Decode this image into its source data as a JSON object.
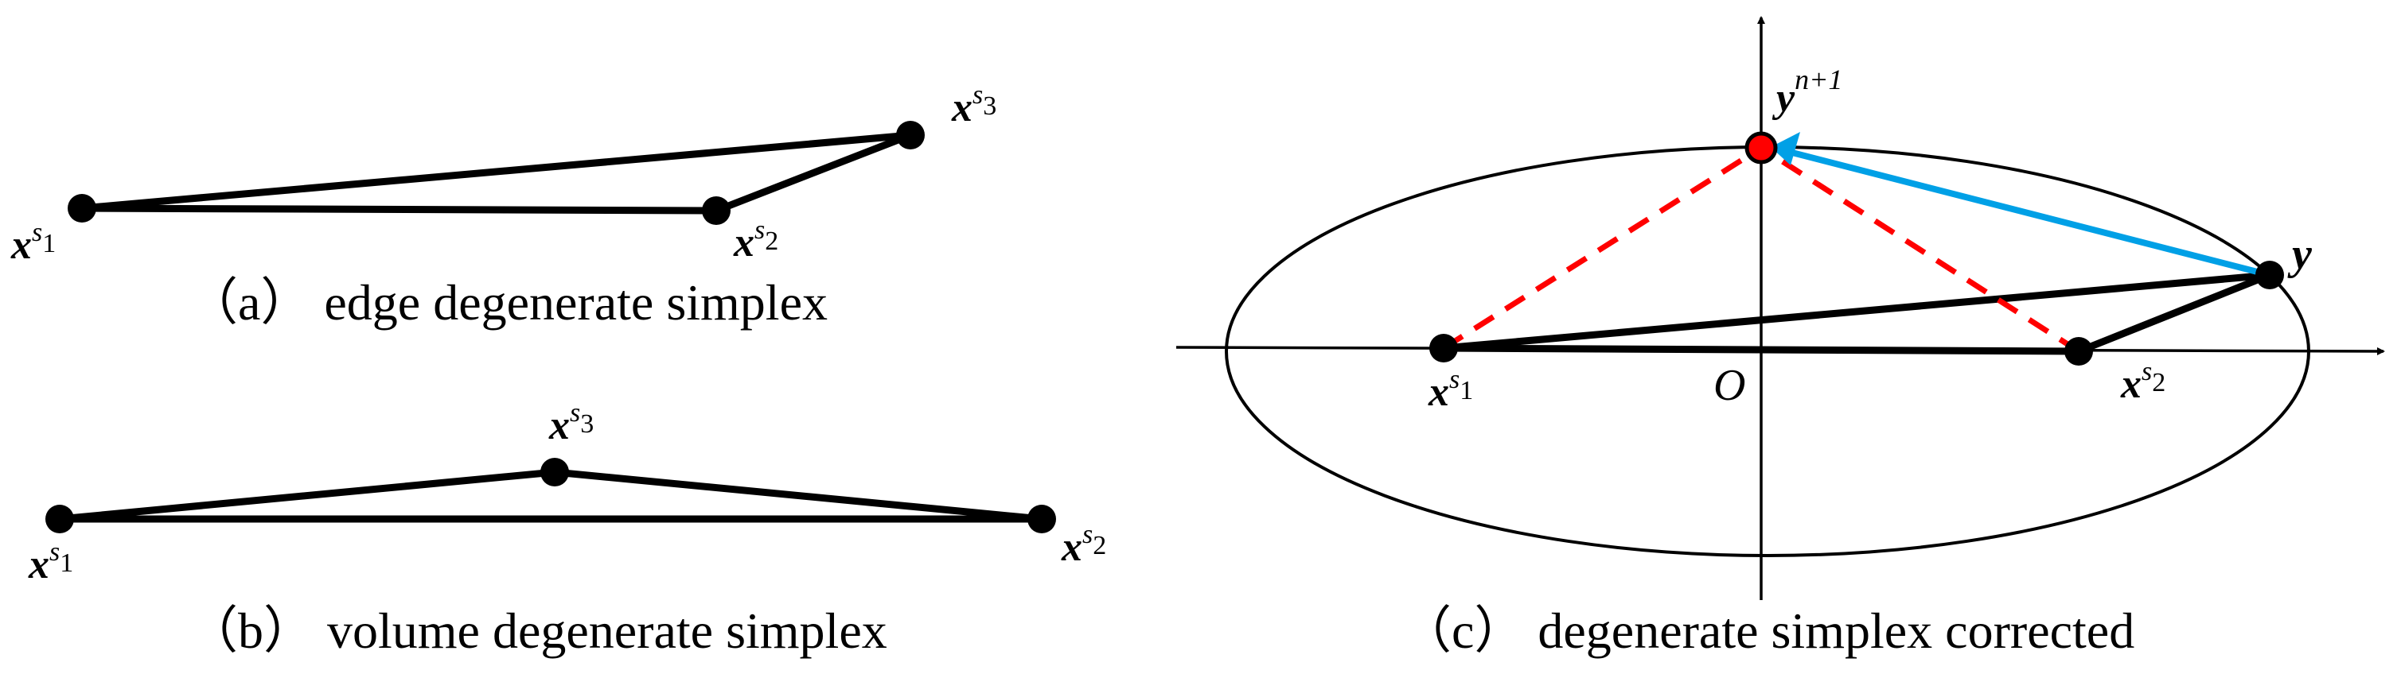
{
  "colors": {
    "ink": "#000000",
    "highlight_point": "#ff0000",
    "dashed": "#ff0000",
    "arrow": "#00a0e6"
  },
  "panel_a": {
    "caption": "（a） edge degenerate simplex",
    "labels": {
      "x1_base": "x",
      "x1_sup": "s",
      "x1_sub": "1",
      "x2_base": "x",
      "x2_sup": "s",
      "x2_sub": "2",
      "x3_base": "x",
      "x3_sup": "s",
      "x3_sub": "3"
    }
  },
  "panel_b": {
    "caption": "（b） volume degenerate simplex",
    "labels": {
      "x1_base": "x",
      "x1_sup": "s",
      "x1_sub": "1",
      "x2_base": "x",
      "x2_sup": "s",
      "x2_sub": "2",
      "x3_base": "x",
      "x3_sup": "s",
      "x3_sub": "3"
    }
  },
  "panel_c": {
    "caption": "（c） degenerate simplex corrected",
    "labels": {
      "x1_base": "x",
      "x1_sup": "s",
      "x1_sub": "1",
      "x2_base": "x",
      "x2_sup": "s",
      "x2_sub": "2",
      "y_label": "y",
      "yn_base": "y",
      "yn_sup": "n+1",
      "origin": "O"
    }
  }
}
